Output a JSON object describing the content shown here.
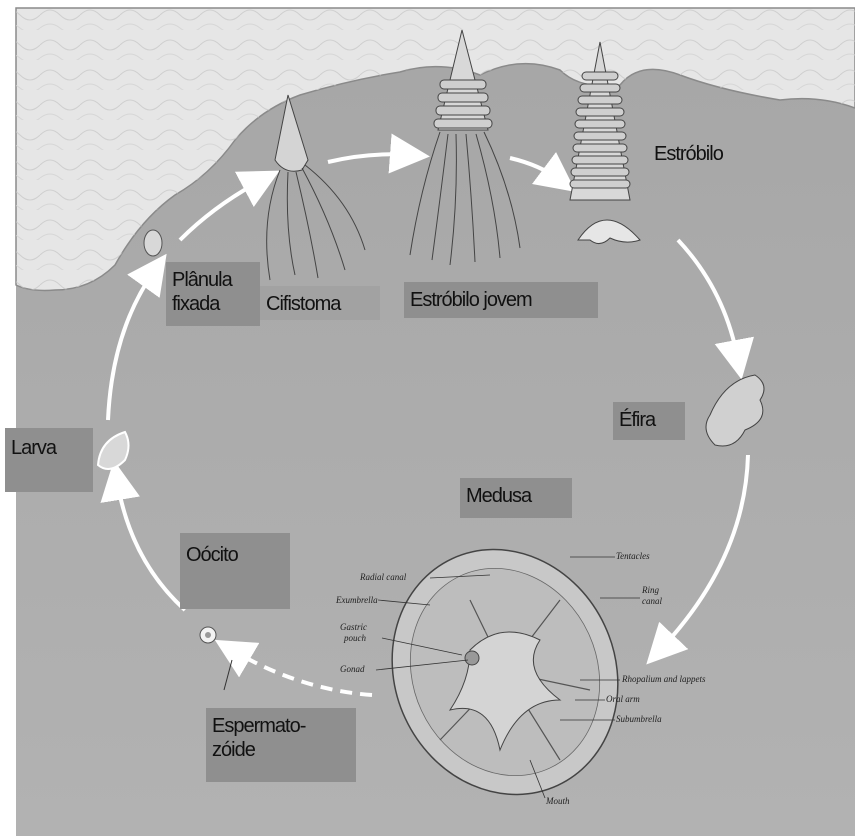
{
  "labels": {
    "estrobilo": "Estróbilo",
    "planula_fixada_line1": "Plânula",
    "planula_fixada_line2": "fixada",
    "cifistoma": "Cifistoma",
    "estrobilo_jovem": "Estróbilo jovem",
    "efira": "Éfira",
    "larva": "Larva",
    "medusa": "Medusa",
    "oocito": "Oócito",
    "espermatozoide_line1": "Espermato-",
    "espermatozoide_line2": "zóide"
  },
  "anatomy_labels": {
    "tentacles": "Tentacles",
    "radial_canal": "Radial canal",
    "ring_canal_line1": "Ring",
    "ring_canal_line2": "canal",
    "exumbrella": "Exumbrella",
    "gastric_pouch_line1": "Gastric",
    "gastric_pouch_line2": "pouch",
    "gonad": "Gonad",
    "rhopalium": "Rhopalium and lappets",
    "oral_arm": "Oral arm",
    "subumbrella": "Subumbrella",
    "mouth": "Mouth"
  },
  "colors": {
    "background": "#a9a9a9",
    "label_box": "#8f8f8f",
    "rock": "#e4e4e4",
    "arrow": "#ffffff"
  }
}
